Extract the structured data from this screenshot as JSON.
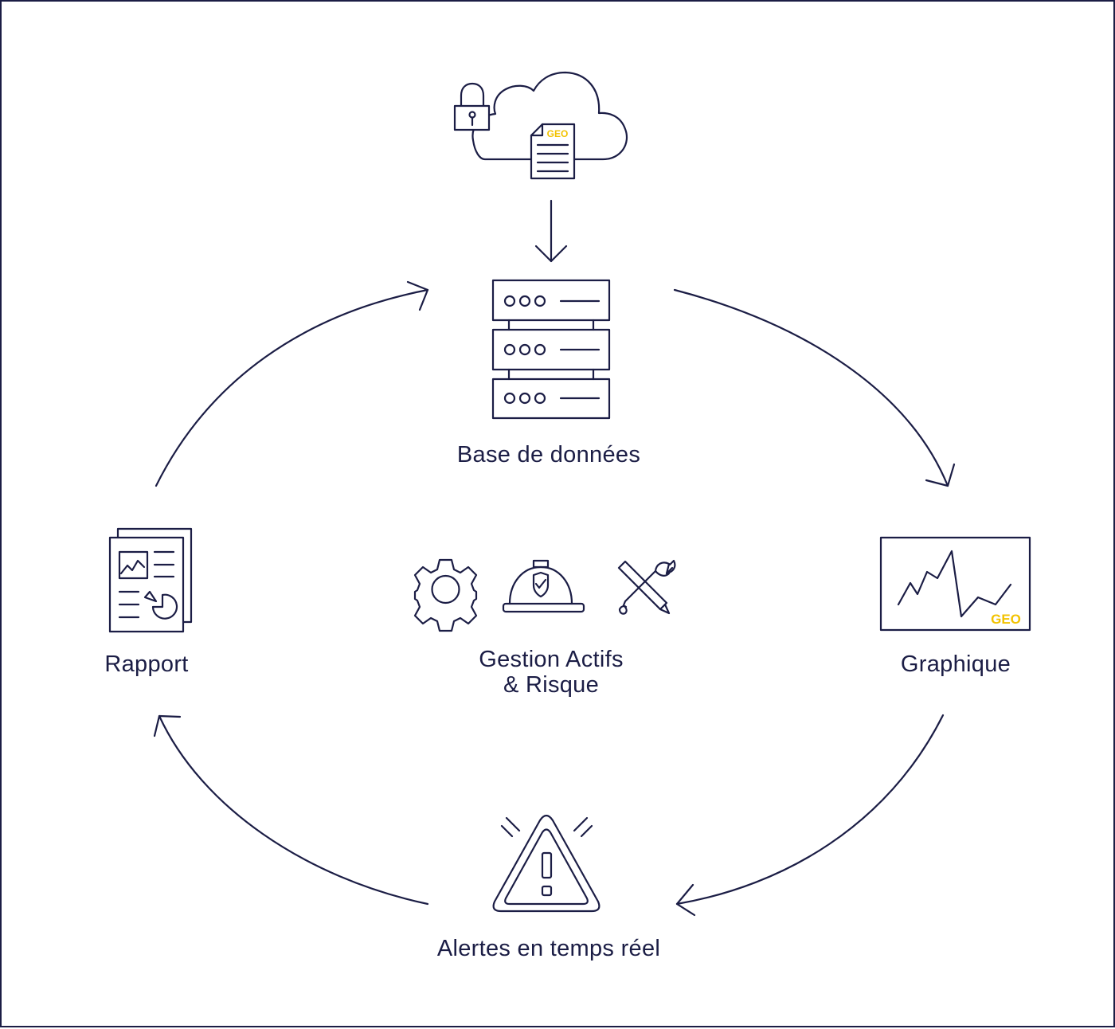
{
  "colors": {
    "stroke": "#1b1d45",
    "accent": "#f2c200",
    "background": "#ffffff"
  },
  "nodes": {
    "database": {
      "label": "Base de données",
      "icon": "server-rack-icon"
    },
    "graph": {
      "label": "Graphique",
      "icon": "line-chart-monitor-icon",
      "badge": "GEO"
    },
    "alerts": {
      "label": "Alertes en temps réel",
      "icon": "warning-triangle-icon"
    },
    "report": {
      "label": "Rapport",
      "icon": "report-document-icon"
    },
    "center": {
      "line1": "Gestion Actifs",
      "line2": "& Risque",
      "icons": [
        "gear-icon",
        "hard-hat-shield-icon",
        "tools-icon"
      ]
    },
    "cloud": {
      "icon": "cloud-lock-icon",
      "badge": "GEO"
    }
  }
}
